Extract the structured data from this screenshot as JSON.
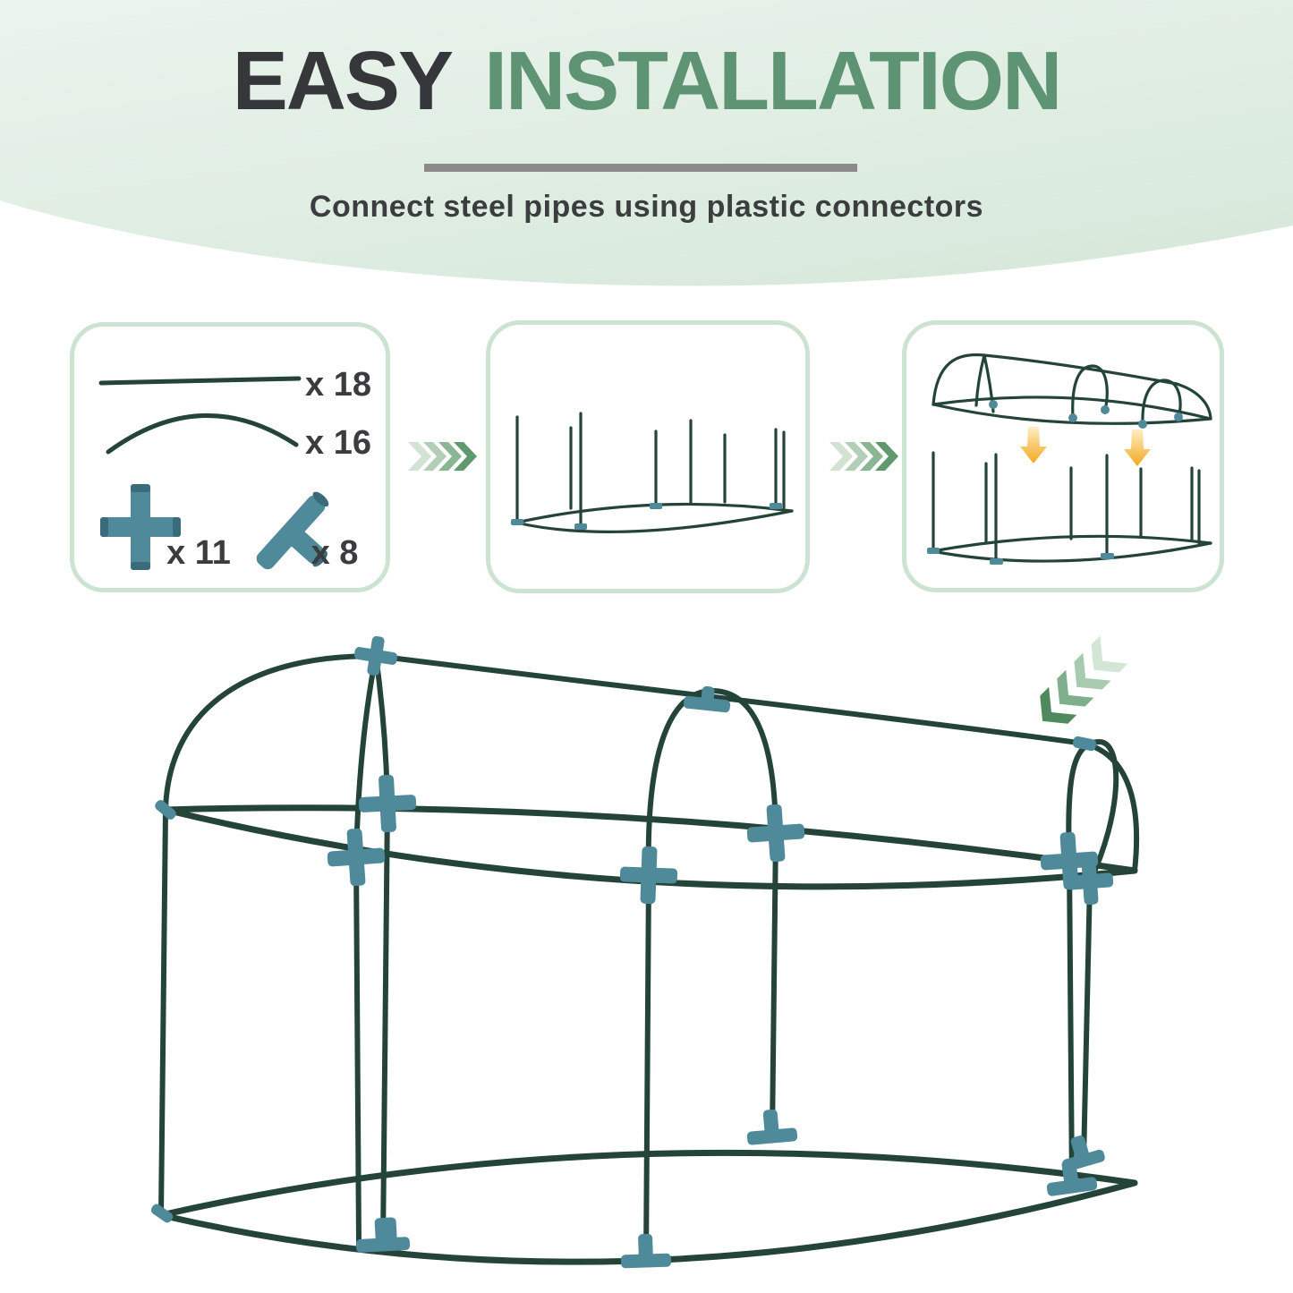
{
  "header": {
    "title": {
      "part1": "EASY",
      "part2": "INSTALLATION"
    },
    "subtitle": "Connect steel pipes using plastic connectors",
    "colors": {
      "band_top": "#ebf4ed",
      "band_bottom": "#d8e9dc",
      "title_dark": "#35373a",
      "title_green": "#5e9474",
      "divider": "#8a8a8a",
      "subtitle_text": "#3b3d3f",
      "label_text": "#3a3c3e"
    }
  },
  "steps": {
    "panel_border": "#cde3d1",
    "step1": {
      "name": "parts-list",
      "parts": [
        {
          "icon": "straight-pipe-icon",
          "count_label": "x 18"
        },
        {
          "icon": "arched-pipe-icon",
          "count_label": "x 16"
        },
        {
          "icon": "cross-connector-icon",
          "count_label": "x 11"
        },
        {
          "icon": "tee-connector-icon",
          "count_label": "x 8"
        }
      ]
    },
    "step2": {
      "name": "base-frame-with-upright-pipes"
    },
    "step3": {
      "name": "roof-assembly-lowered-onto-base"
    }
  },
  "illustration": {
    "name": "assembled-garden-frame"
  },
  "colors": {
    "pipe_green": "#24443a",
    "connector_teal": "#4f8a9b",
    "connector_teal_dark": "#396b7a",
    "chevron_colors": [
      "#d2e2d3",
      "#b2ceb7",
      "#8ab693",
      "#61996e"
    ],
    "big_chevron_colors": [
      "#d3e6d6",
      "#a8cbb0",
      "#7fae8b",
      "#4f8a5e"
    ],
    "arrow_orange_top": "#fdeec4",
    "arrow_orange": "#f4a81d"
  }
}
